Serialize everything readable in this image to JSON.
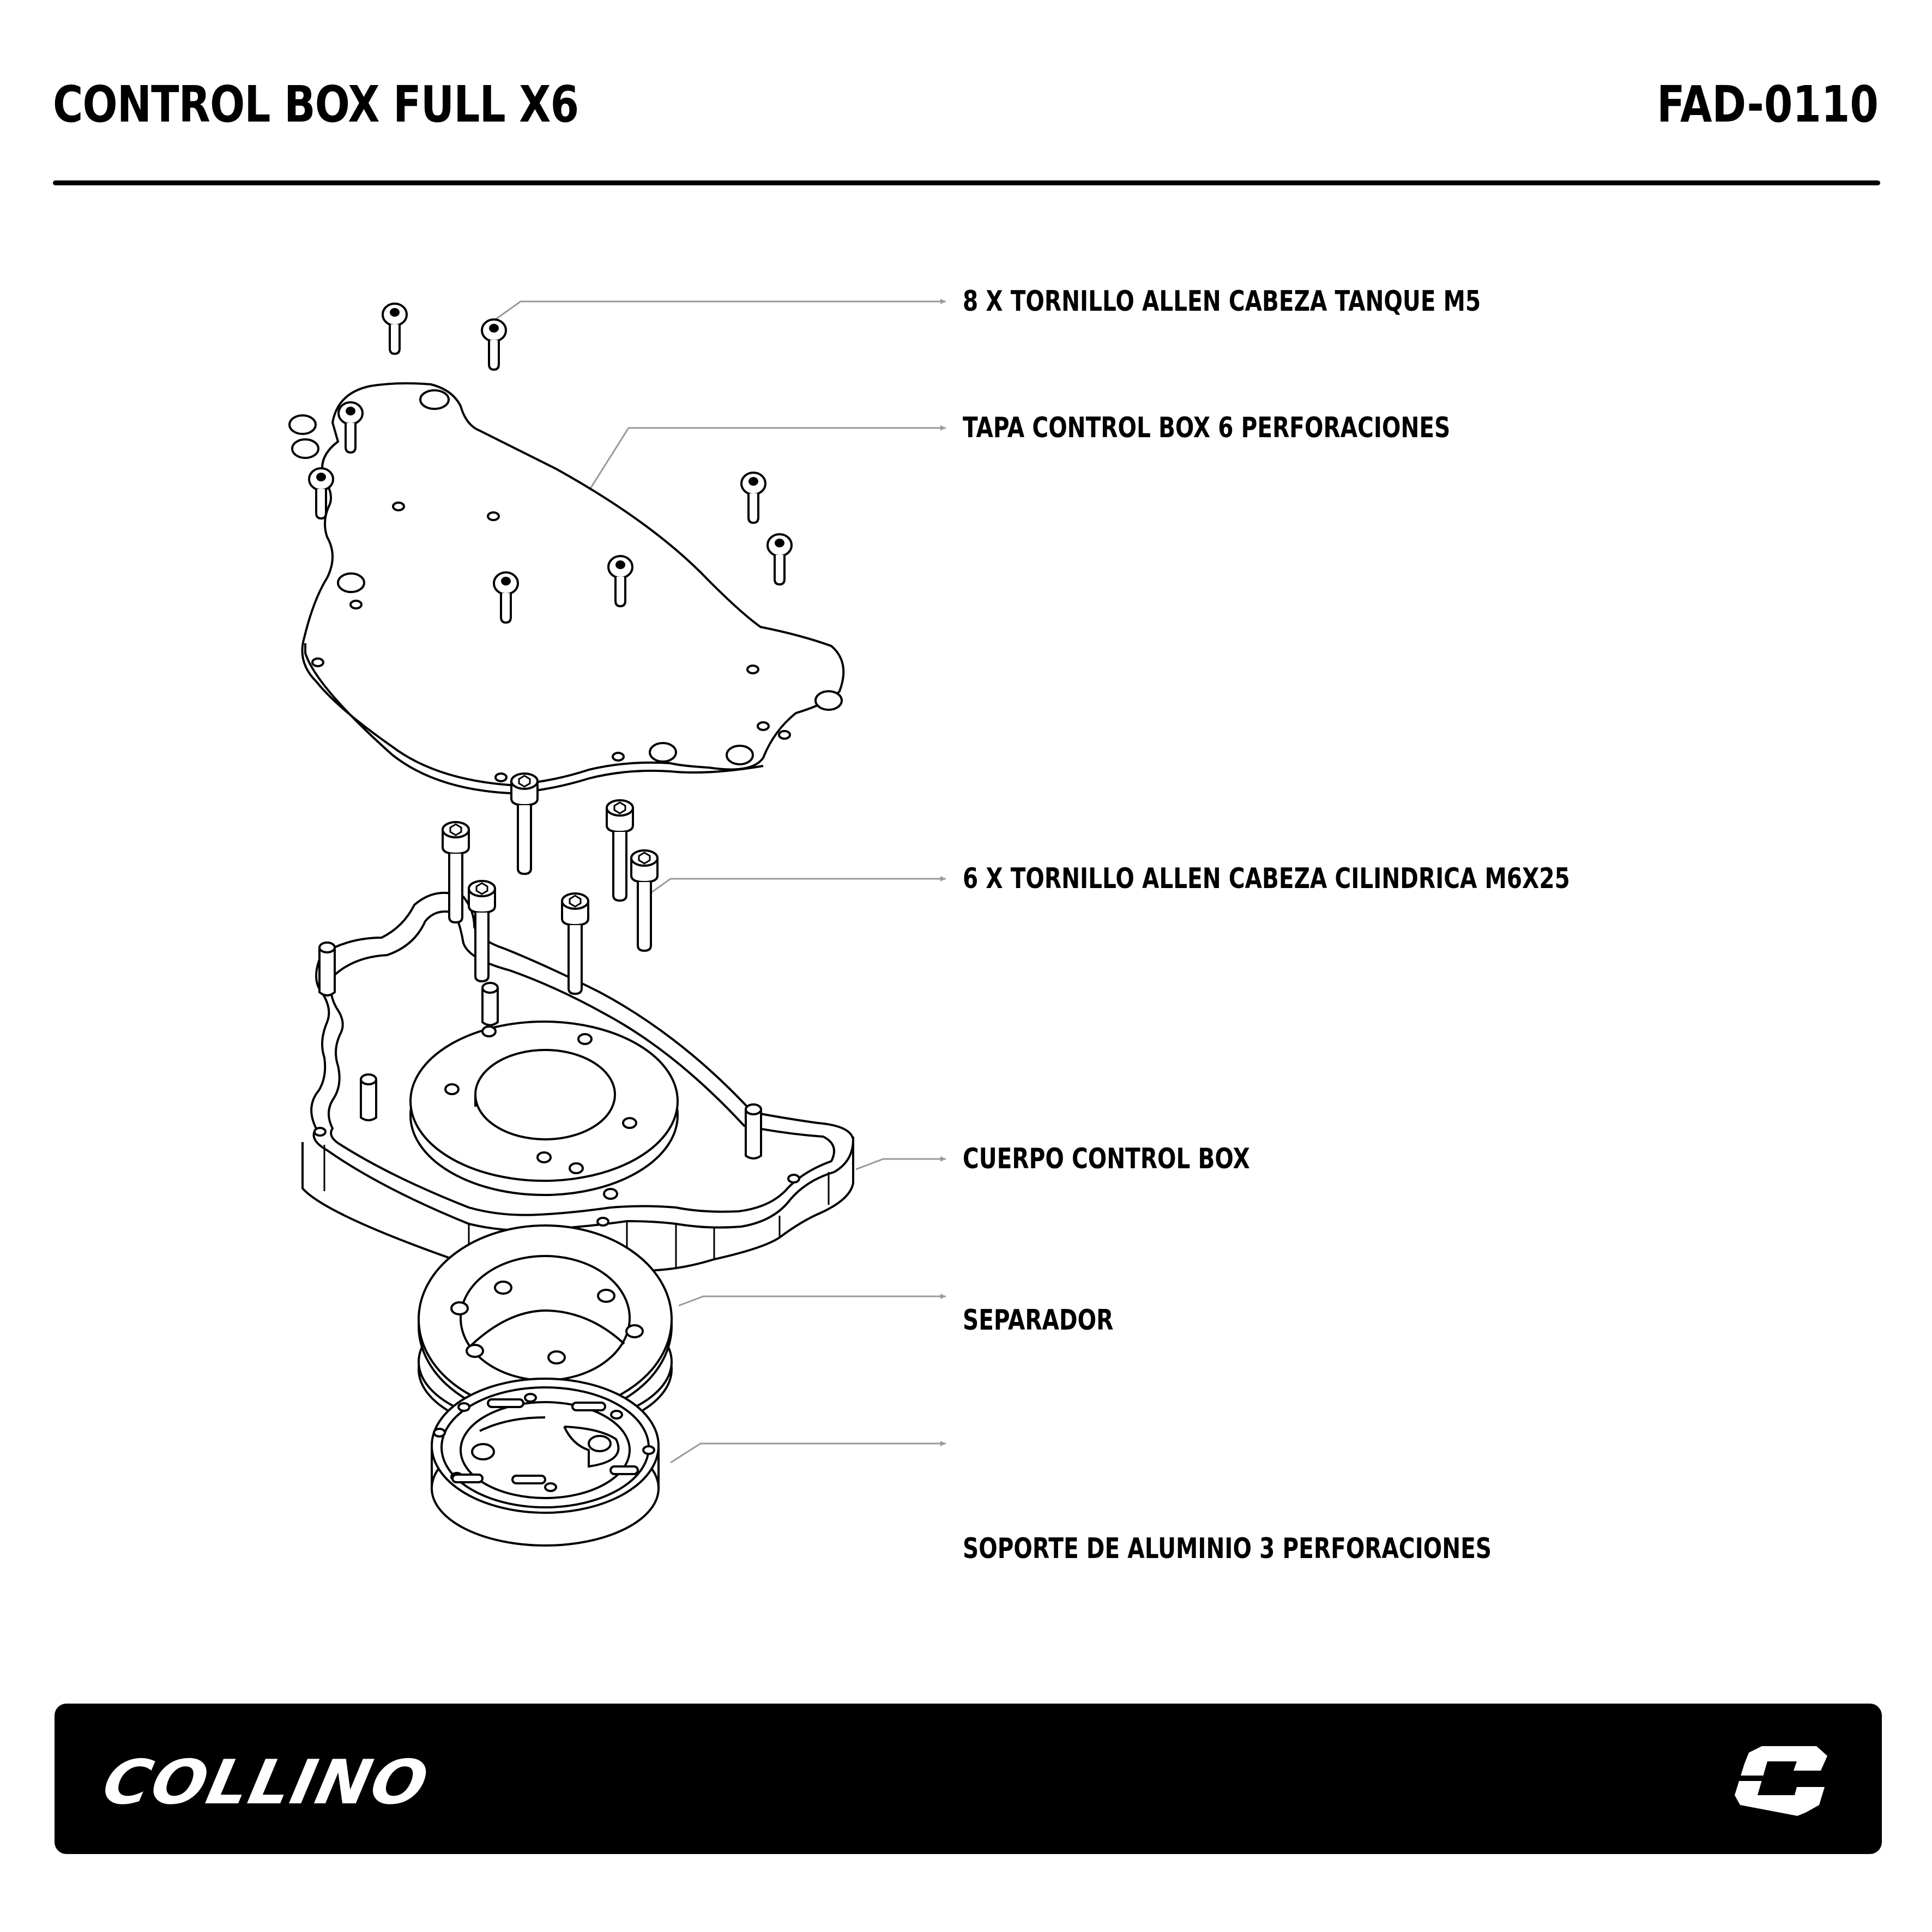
{
  "header": {
    "title": "CONTROL BOX FULL X6",
    "product_code": "FAD-0110"
  },
  "parts": [
    {
      "id": "screws-m5",
      "label": "8 X TORNILLO ALLEN CABEZA TANQUE M5"
    },
    {
      "id": "cover",
      "label": "TAPA CONTROL BOX 6 PERFORACIONES"
    },
    {
      "id": "screws-m6",
      "label": "6 X TORNILLO ALLEN CABEZA CILINDRICA M6X25"
    },
    {
      "id": "body",
      "label": "CUERPO CONTROL BOX"
    },
    {
      "id": "spacer",
      "label": "SEPARADOR"
    },
    {
      "id": "support",
      "label": "SOPORTE DE ALUMINIO 3 PERFORACIONES"
    }
  ],
  "footer": {
    "brand_name": "COLLINO",
    "logo_icon": "collino-c-logo"
  },
  "colors": {
    "ink": "#000000",
    "leader": "#9a9a9a",
    "footer_bg": "#000000",
    "footer_text": "#ffffff"
  }
}
